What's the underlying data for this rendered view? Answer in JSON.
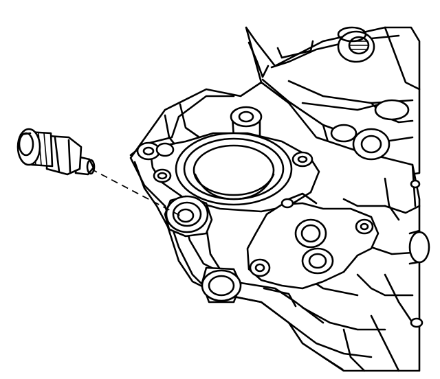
{
  "figure": {
    "line_color": "#000000",
    "background_color": "#ffffff",
    "parts": [
      "threaded-sensor",
      "engine-housing",
      "coolant-port",
      "mounting-bosses"
    ]
  }
}
